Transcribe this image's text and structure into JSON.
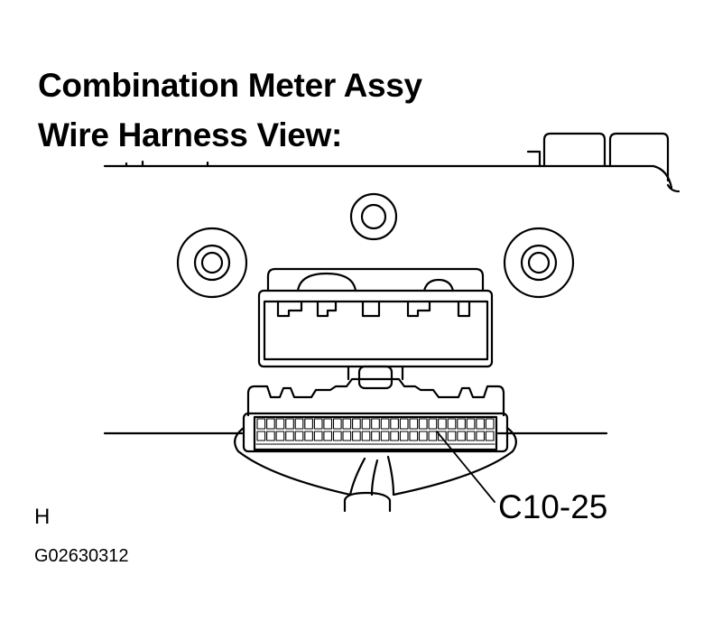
{
  "title_line1": "Combination Meter Assy",
  "title_line2": "Wire Harness View:",
  "callout": "C10-25",
  "corner_mark": "H",
  "figure_code": "G02630312",
  "line_color": "#000000",
  "background_color": "#ffffff"
}
